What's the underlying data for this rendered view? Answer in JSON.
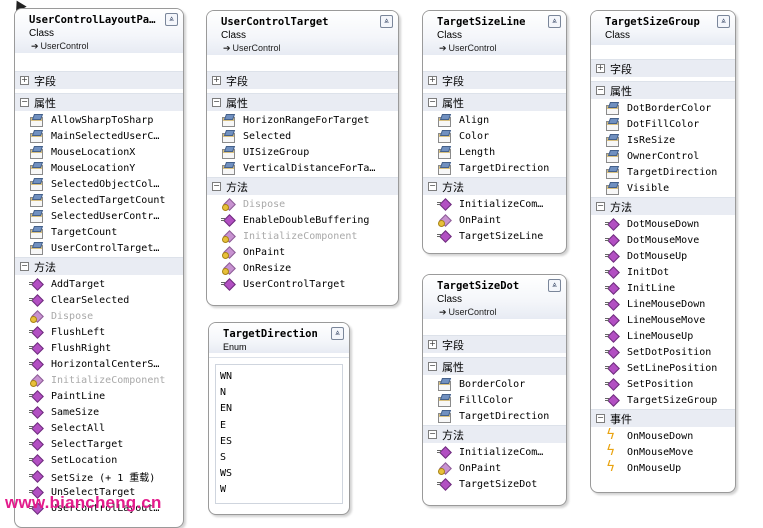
{
  "collapse_glyph": "⩓",
  "toggle_open": "−",
  "toggle_closed": "+",
  "watermark": "www.biancheng.cn",
  "boxes": {
    "ucl": {
      "title": "UserControlLayoutPa…",
      "kind": "Class",
      "base": "UserControl",
      "sections": {
        "fields": "字段",
        "properties": "属性",
        "methods": "方法"
      },
      "properties": [
        "AllowSharpToSharp",
        "MainSelectedUserC…",
        "MouseLocationX",
        "MouseLocationY",
        "SelectedObjectCol…",
        "SelectedTargetCount",
        "SelectedUserContr…",
        "TargetCount",
        "UserControlTarget…"
      ],
      "methods": [
        "AddTarget",
        "ClearSelected",
        "Dispose",
        "FlushLeft",
        "FlushRight",
        "HorizontalCenterS…",
        "InitializeComponent",
        "PaintLine",
        "SameSize",
        "SelectAll",
        "SelectTarget",
        "SetLocation",
        "SetSize (+ 1 重载)",
        "UnSelectTarget",
        "UserControlLayout…"
      ]
    },
    "uct": {
      "title": "UserControlTarget",
      "kind": "Class",
      "base": "UserControl",
      "sections": {
        "fields": "字段",
        "properties": "属性",
        "methods": "方法"
      },
      "properties": [
        "HorizonRangeForTarget",
        "Selected",
        "UISizeGroup",
        "VerticalDistanceForTa…"
      ],
      "methods": [
        "Dispose",
        "EnableDoubleBuffering",
        "InitializeComponent",
        "OnPaint",
        "OnResize",
        "UserControlTarget"
      ]
    },
    "td": {
      "title": "TargetDirection",
      "kind": "Enum",
      "values": [
        "WN",
        "N",
        "EN",
        "E",
        "ES",
        "S",
        "WS",
        "W"
      ]
    },
    "tsl": {
      "title": "TargetSizeLine",
      "kind": "Class",
      "base": "UserControl",
      "sections": {
        "fields": "字段",
        "properties": "属性",
        "methods": "方法"
      },
      "properties": [
        "Align",
        "Color",
        "Length",
        "TargetDirection"
      ],
      "methods": [
        "InitializeCom…",
        "OnPaint",
        "TargetSizeLine"
      ]
    },
    "tsd": {
      "title": "TargetSizeDot",
      "kind": "Class",
      "base": "UserControl",
      "sections": {
        "fields": "字段",
        "properties": "属性",
        "methods": "方法"
      },
      "properties": [
        "BorderColor",
        "FillColor",
        "TargetDirection"
      ],
      "methods": [
        "InitializeCom…",
        "OnPaint",
        "TargetSizeDot"
      ]
    },
    "tsg": {
      "title": "TargetSizeGroup",
      "kind": "Class",
      "sections": {
        "fields": "字段",
        "properties": "属性",
        "methods": "方法",
        "events": "事件"
      },
      "properties": [
        "DotBorderColor",
        "DotFillColor",
        "IsReSize",
        "OwnerControl",
        "TargetDirection",
        "Visible"
      ],
      "methods": [
        "DotMouseDown",
        "DotMouseMove",
        "DotMouseUp",
        "InitDot",
        "InitLine",
        "LineMouseDown",
        "LineMouseMove",
        "LineMouseUp",
        "SetDotPosition",
        "SetLinePosition",
        "SetPosition",
        "TargetSizeGroup"
      ],
      "events": [
        "OnMouseDown",
        "OnMouseMove",
        "OnMouseUp"
      ]
    }
  }
}
